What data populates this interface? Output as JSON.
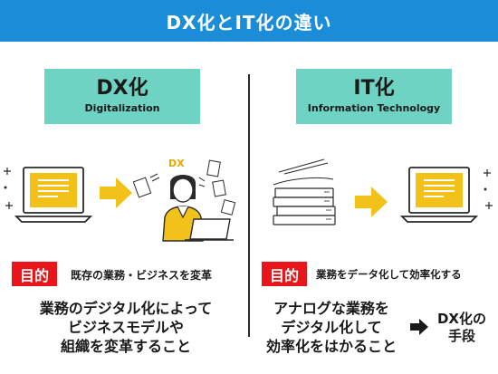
{
  "header": {
    "title": "DX化とIT化の違い"
  },
  "colors": {
    "header_bg": "#1a8cd8",
    "label_bg": "#6fd3c4",
    "badge_bg": "#e8161b",
    "arrow_yellow": "#f2c21b",
    "doc_yellow": "#f2c21b"
  },
  "dx": {
    "title": "DX化",
    "subtitle": "Digitalization",
    "badge": "目的",
    "purpose": "既存の業務・ビジネスを変革",
    "description": [
      "業務のデジタル化によって",
      "ビジネスモデルや",
      "組織を変革すること"
    ],
    "illustration_label": "DX"
  },
  "it": {
    "title": "IT化",
    "subtitle": "Information Technology",
    "badge": "目的",
    "purpose": "業務をデータ化して効率化する",
    "description": [
      "アナログな業務を",
      "デジタル化して",
      "効率化をはかること"
    ]
  },
  "result": {
    "lines": [
      "DX化の",
      "手段"
    ]
  },
  "icons": [
    "laptop-icon",
    "person-with-laptop-icon",
    "document-stack-icon",
    "arrow-right-icon",
    "sparkle-icon"
  ]
}
